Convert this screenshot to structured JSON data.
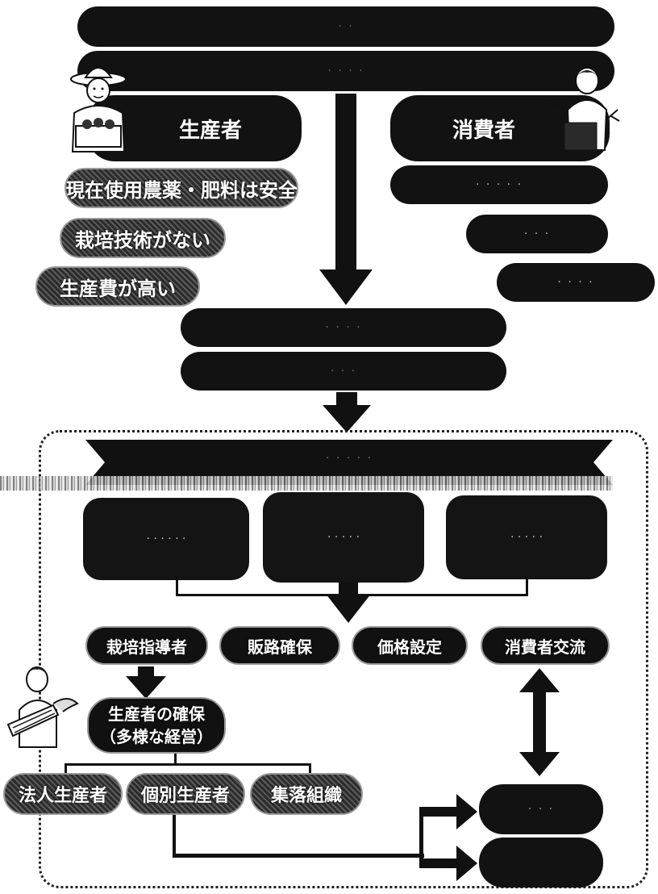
{
  "top_banners": [
    {
      "text": "· ·"
    },
    {
      "text": "· · · ·"
    }
  ],
  "roles": {
    "producer": {
      "label": "生産者"
    },
    "consumer": {
      "label": "消費者"
    }
  },
  "producer_concerns": [
    {
      "text": "現在使用農薬・肥料は安全"
    },
    {
      "text": "栽培技術がない"
    },
    {
      "text": "生産費が高い"
    }
  ],
  "consumer_concerns": [
    {
      "text": "· · · · ·"
    },
    {
      "text": "· · ·"
    },
    {
      "text": "· · · ·"
    }
  ],
  "middle_banners": [
    {
      "text": "· · · ·"
    },
    {
      "text": "· · ·"
    }
  ],
  "ribbon": {
    "text": "· · · · ·"
  },
  "measure_boxes": [
    {
      "text": "· · · · · ·"
    },
    {
      "text": "· · · · ·"
    },
    {
      "text": "· · · · ·"
    }
  ],
  "actions": [
    {
      "text": "栽培指導者"
    },
    {
      "text": "販路確保"
    },
    {
      "text": "価格設定"
    },
    {
      "text": "消費者交流"
    }
  ],
  "producer_secure": {
    "line1": "生産者の確保",
    "line2": "（多様な経営）"
  },
  "producer_types": [
    {
      "text": "法人生産者"
    },
    {
      "text": "個別生産者"
    },
    {
      "text": "集落組織"
    }
  ],
  "outlets": [
    {
      "text": "· · ·"
    },
    {
      "text": ""
    }
  ],
  "colors": {
    "primary": "#121212",
    "background": "#ffffff"
  }
}
